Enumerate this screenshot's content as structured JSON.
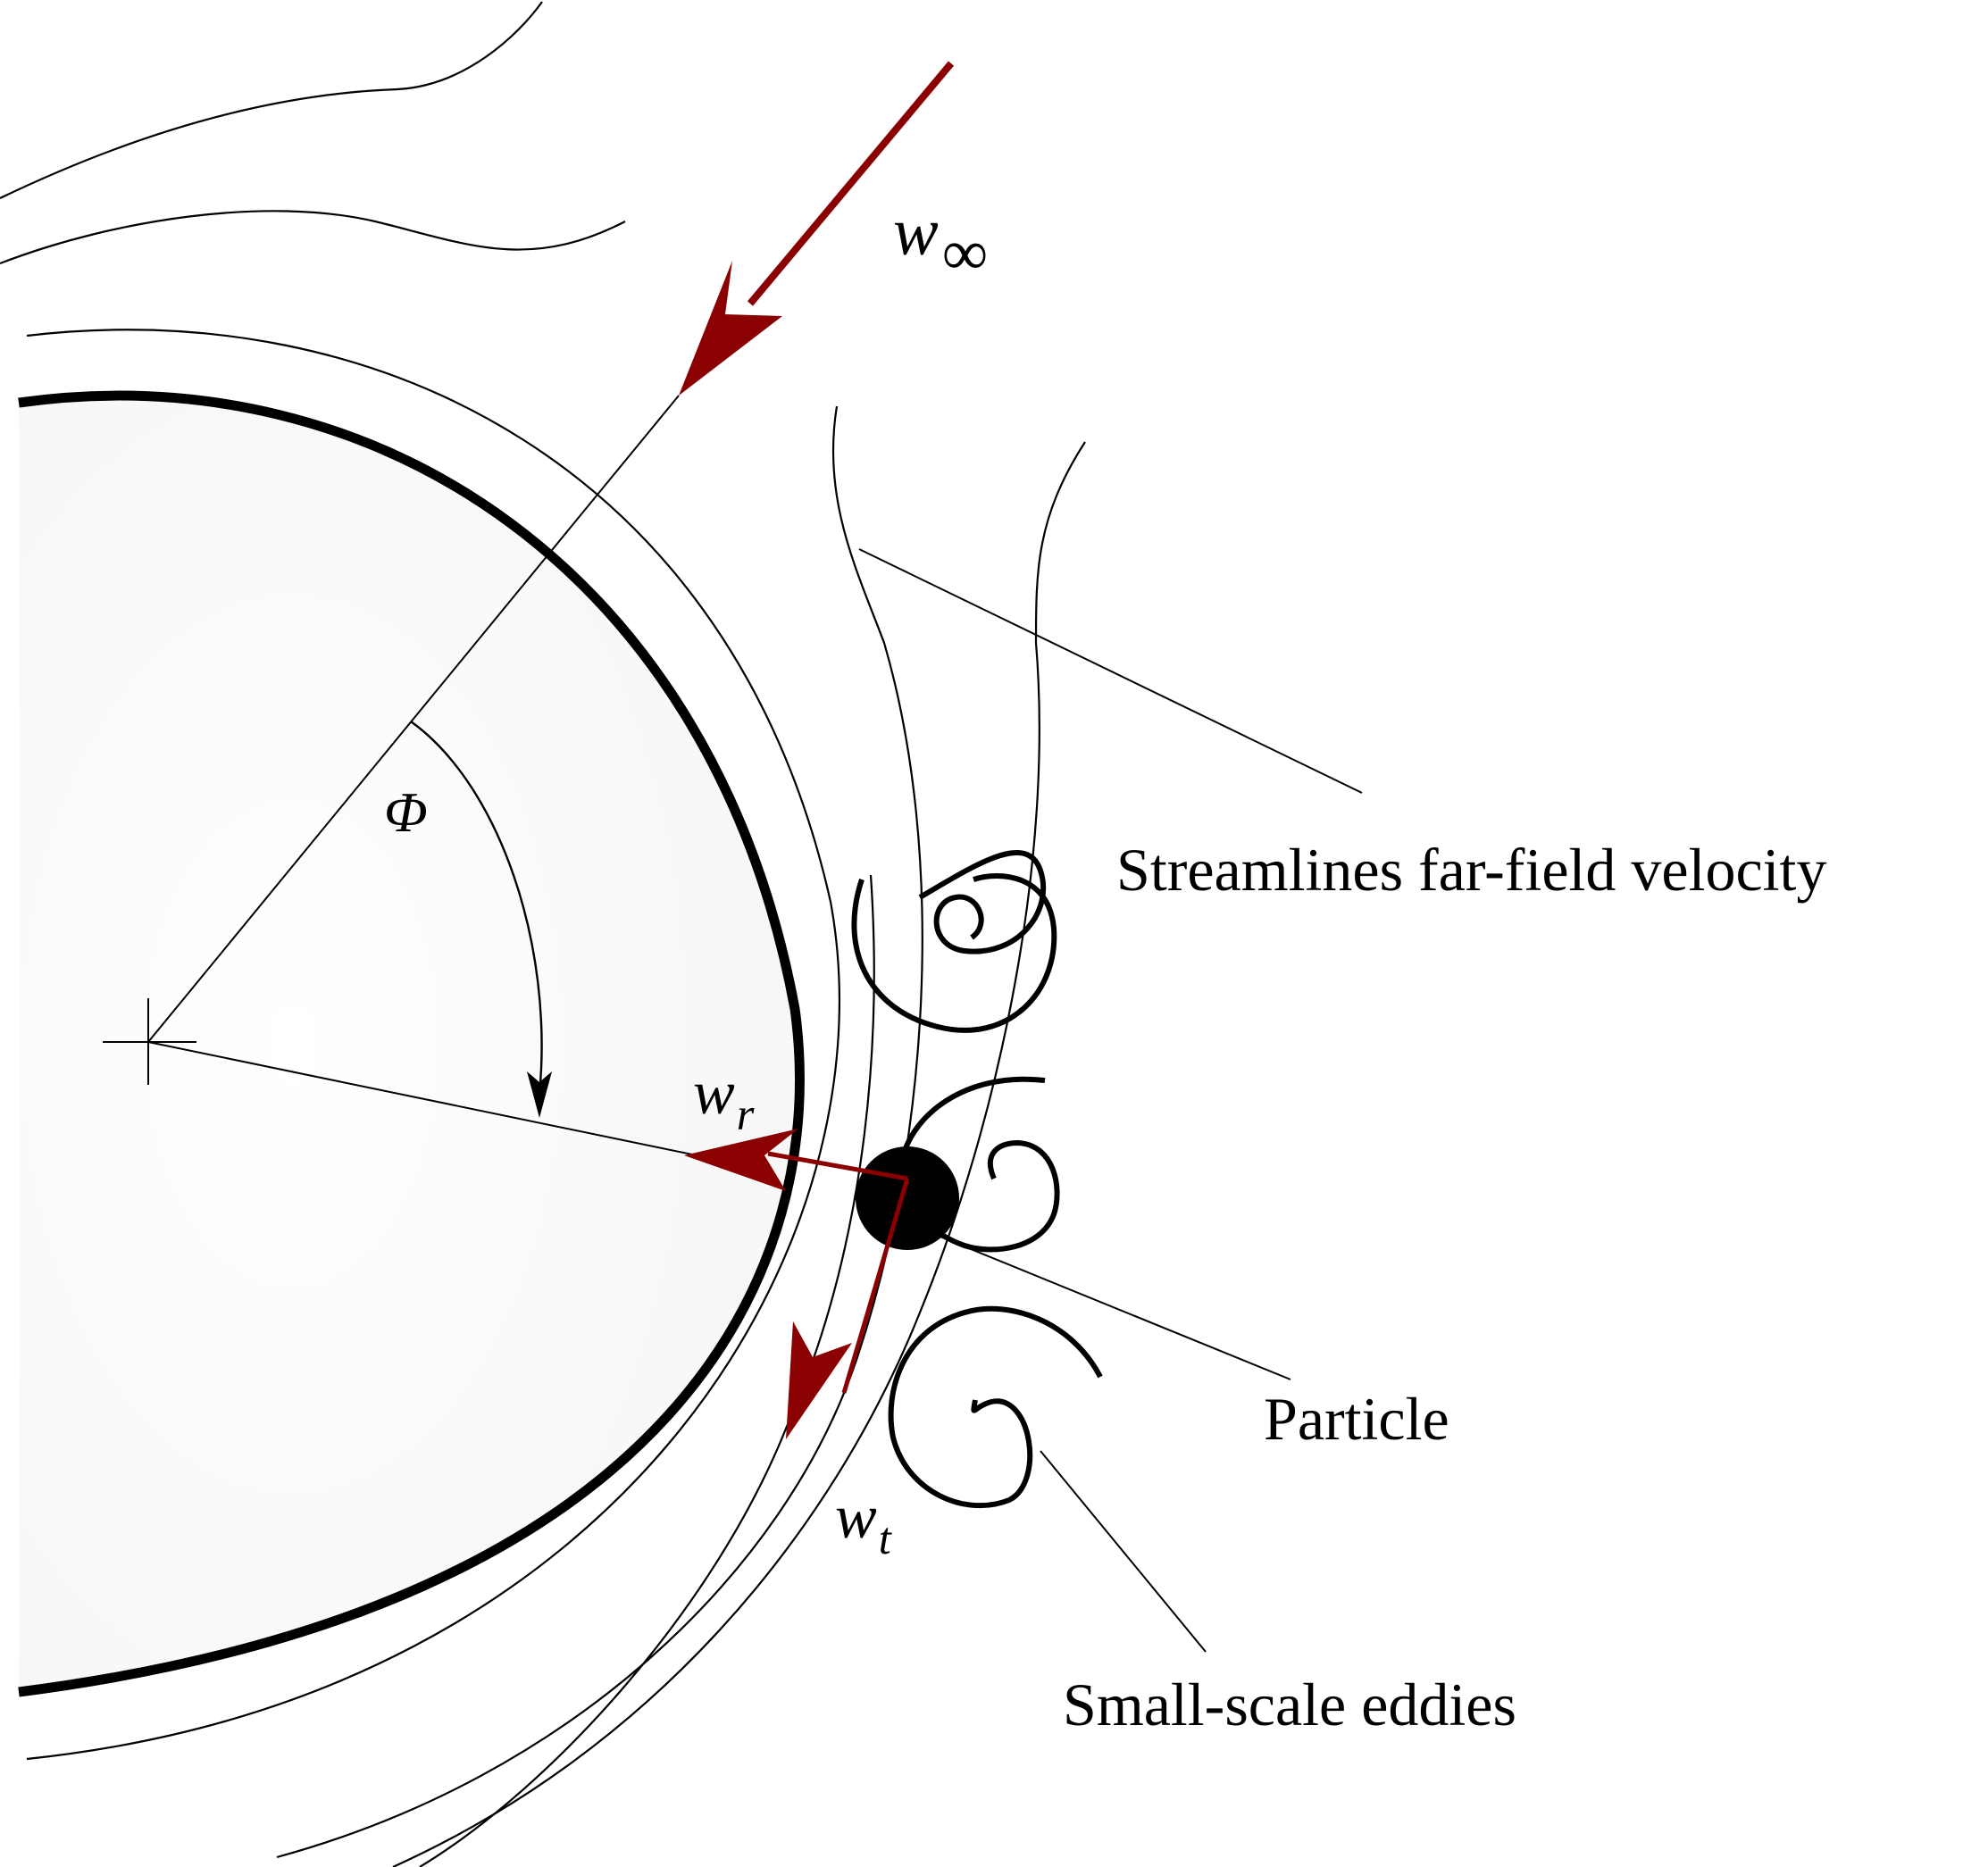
{
  "figure": {
    "type": "schematic",
    "subject": "Particle near a cylinder surface in cross-flow with velocity decomposition",
    "colors": {
      "background": "#ffffff",
      "lines": "#000000",
      "vectors": "#8b0000"
    }
  },
  "labels": {
    "w_inf": {
      "base": "w",
      "sub": "∞"
    },
    "w_r": {
      "base": "w",
      "sub": "r"
    },
    "w_t": {
      "base": "w",
      "sub": "t"
    },
    "phi": "Φ",
    "streamlines": "Streamlines far-field velocity",
    "particle": "Particle",
    "eddies": "Small-scale eddies"
  },
  "elements": {
    "cylinder": "Thick circular arc (cylinder wall) with center cross marker",
    "streamlines_count": 8,
    "eddies_count": 4,
    "vectors": [
      "far-field velocity w∞",
      "radial component w_r",
      "tangential component w_t"
    ],
    "angle": "Φ measured from stagnation line to particle radius"
  }
}
